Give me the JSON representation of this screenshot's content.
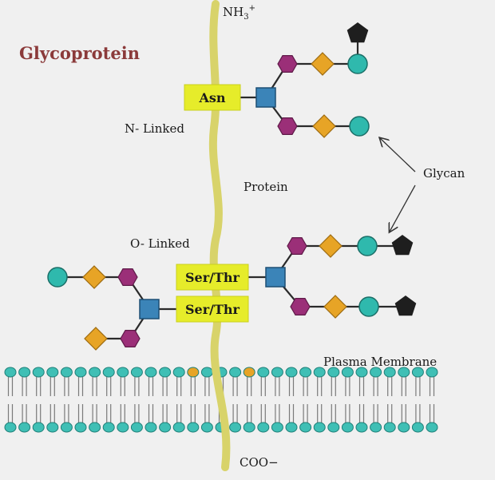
{
  "title": "Glycoprotein",
  "labels": {
    "n_linked": "N- Linked",
    "o_linked": "O- Linked",
    "protein": "Protein",
    "glycan": "Glycan",
    "membrane": "Plasma Membrane"
  },
  "termini": {
    "n_terminus": "NH",
    "n_sub": "3",
    "n_sup": "+",
    "c_terminus": "COO−"
  },
  "amino_acids": {
    "asn": "Asn",
    "ser_thr_1": "Ser/Thr",
    "ser_thr_2": "Ser/Thr"
  },
  "colors": {
    "protein_strand": "#d8d36a",
    "box_fill": "#e6ec2a",
    "square_sugar": "#3b84b8",
    "hexagon_sugar": "#9b2f78",
    "diamond_sugar": "#e7a426",
    "circle_sugar": "#2fb9ad",
    "pentagon_sugar": "#1e1e1e",
    "lipid_head": "#3fbfb5",
    "lipid_tail": "#7a7a7a",
    "title": "#8b3a3a"
  },
  "icons": [
    "square-sugar-icon",
    "hexagon-sugar-icon",
    "diamond-sugar-icon",
    "circle-sugar-icon",
    "pentagon-sugar-icon",
    "arrow-icon"
  ]
}
